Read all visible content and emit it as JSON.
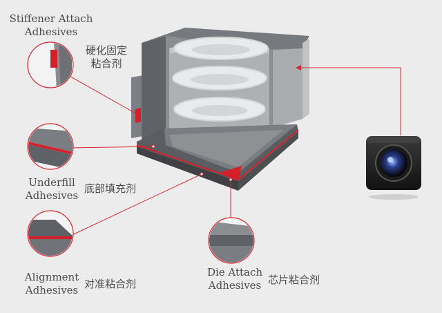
{
  "colors": {
    "background": "#ececec",
    "module_dark": "#5f6266",
    "module_mid": "#8b8d91",
    "module_light": "#a9abae",
    "lens_light": "#e9eaeb",
    "adhesive_red": "#d4202a",
    "leader_line": "#d9252f"
  },
  "labels": {
    "stiffener": {
      "en_line1": "Stiffener Attach",
      "en_line2": "Adhesives",
      "cn_line1": "硬化固定",
      "cn_line2": "粘合剂"
    },
    "underfill": {
      "en_line1": "Underfill",
      "en_line2": "Adhesives",
      "cn": "底部填充剂"
    },
    "alignment": {
      "en_line1": "Alignment",
      "en_line2": "Adhesives",
      "cn": "对准粘合剂"
    },
    "die_attach": {
      "en_line1": "Die Attach",
      "en_line2": "Adhesives",
      "cn": "芯片粘合剂"
    }
  },
  "icons": {
    "camera": "camera-module-icon"
  }
}
